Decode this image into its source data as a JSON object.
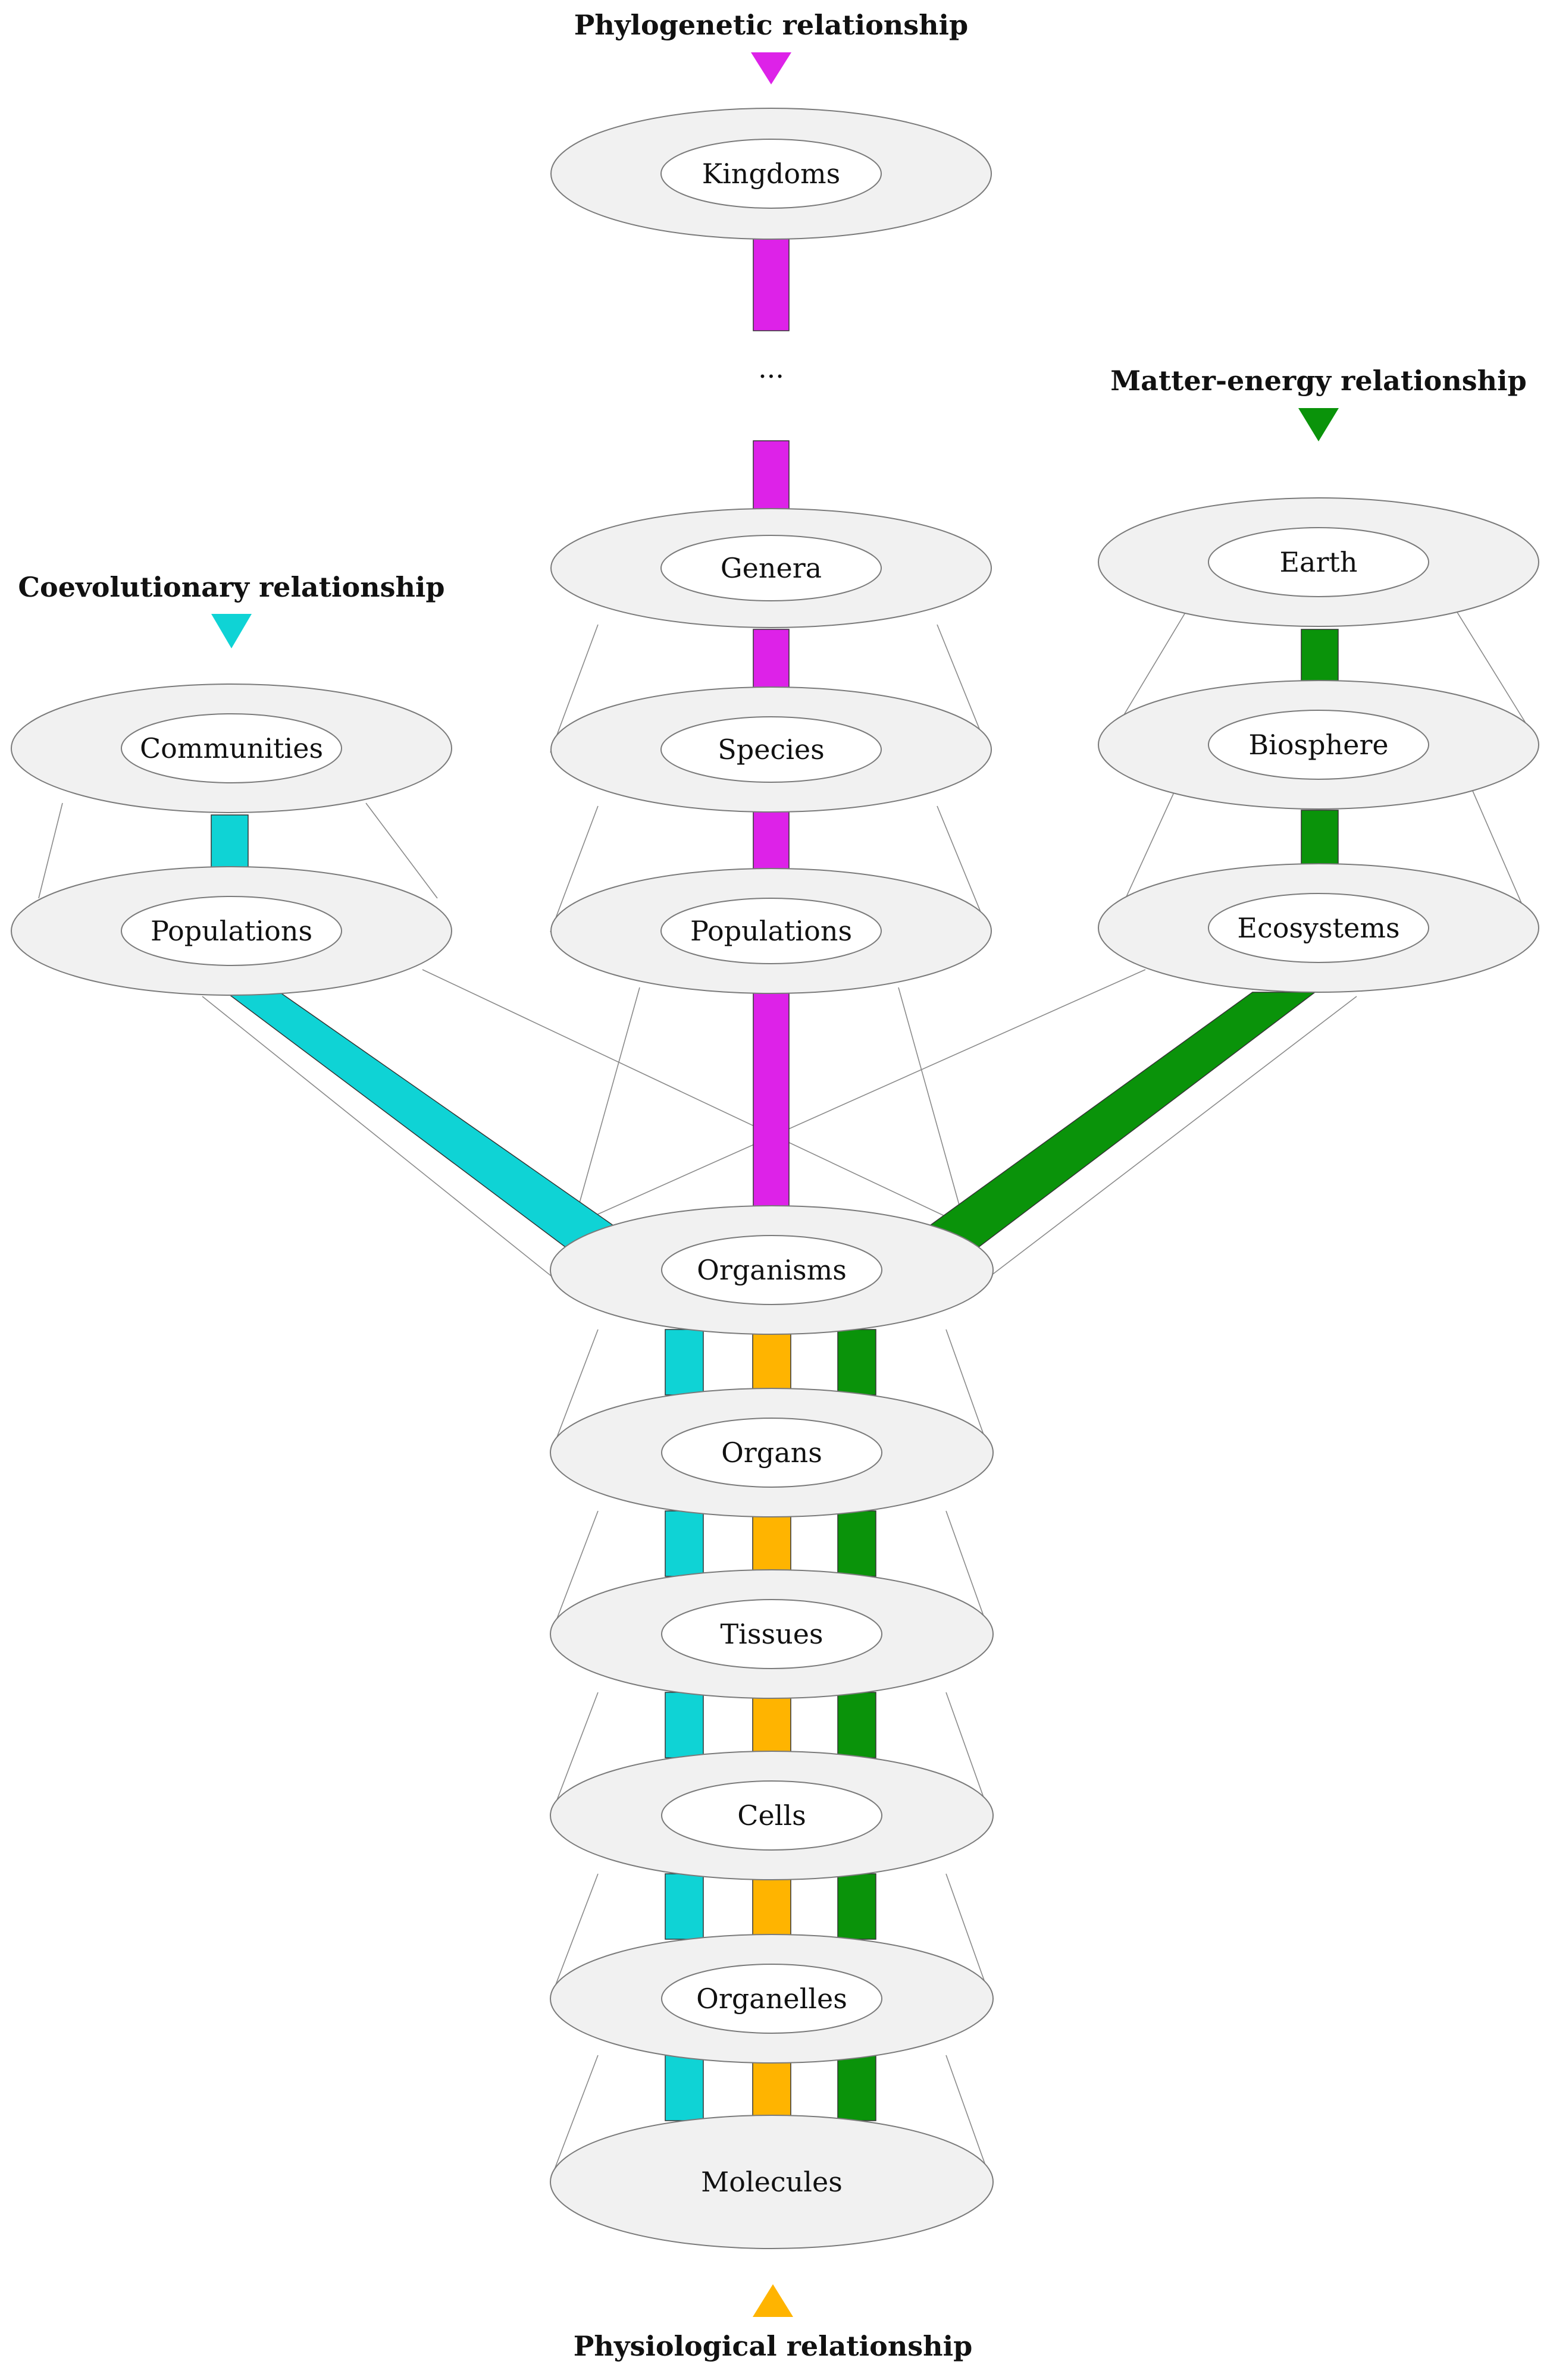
{
  "colors": {
    "phylogenetic": "#dd22e8",
    "coevolutionary": "#0fd3d5",
    "matter_energy": "#0a930a",
    "physiological": "#ffb400",
    "ellipse_fill": "#f1f1f1"
  },
  "headings": {
    "phylogenetic": "Phylogenetic relationship",
    "coevolutionary": "Coevolutionary relationship",
    "matter_energy": "Matter-energy relationship",
    "physiological": "Physiological relationship"
  },
  "ellipsis": "...",
  "levels": {
    "kingdoms": "Kingdoms",
    "genera": "Genera",
    "species": "Species",
    "populations_phylo": "Populations",
    "communities": "Communities",
    "populations_coevo": "Populations",
    "earth": "Earth",
    "biosphere": "Biosphere",
    "ecosystems": "Ecosystems",
    "organisms": "Organisms",
    "organs": "Organs",
    "tissues": "Tissues",
    "cells": "Cells",
    "organelles": "Organelles",
    "molecules": "Molecules"
  }
}
